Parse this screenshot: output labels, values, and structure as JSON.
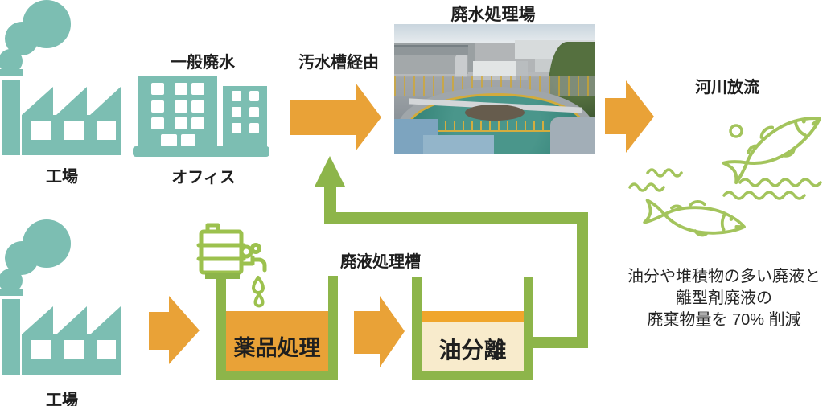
{
  "colors": {
    "teal": "#7CBEB2",
    "orange": "#E9A237",
    "orange_strip": "#F0A62C",
    "green": "#8DB54A",
    "light_green": "#A3C45C",
    "cream": "#F8EBCC",
    "text": "#1F1F1F"
  },
  "top_flow": {
    "factory_label": "工場",
    "office_wastewater_title": "一般廃水",
    "office_label": "オフィス",
    "via_sewage_tank_label": "汚水槽経由",
    "treatment_plant_title": "廃水処理場",
    "river_discharge_label": "河川放流"
  },
  "bottom_flow": {
    "factory_label": "工場",
    "waste_liquid_tank_title": "廃液処理槽",
    "chemical_treatment_label": "薬品処理",
    "oil_separation_label": "油分離"
  },
  "caption": {
    "line1": "油分や堆積物の多い廃液と",
    "line2": "離型剤廃液の",
    "line3": "廃棄物量を 70% 削減"
  },
  "icons": {
    "factory": "factory-icon",
    "office": "office-building-icon",
    "drum_faucet": "chemical-drum-faucet-icon",
    "fish": "fish-icon",
    "waves": "water-waves-icon",
    "arrow": "flow-arrow-icon"
  }
}
